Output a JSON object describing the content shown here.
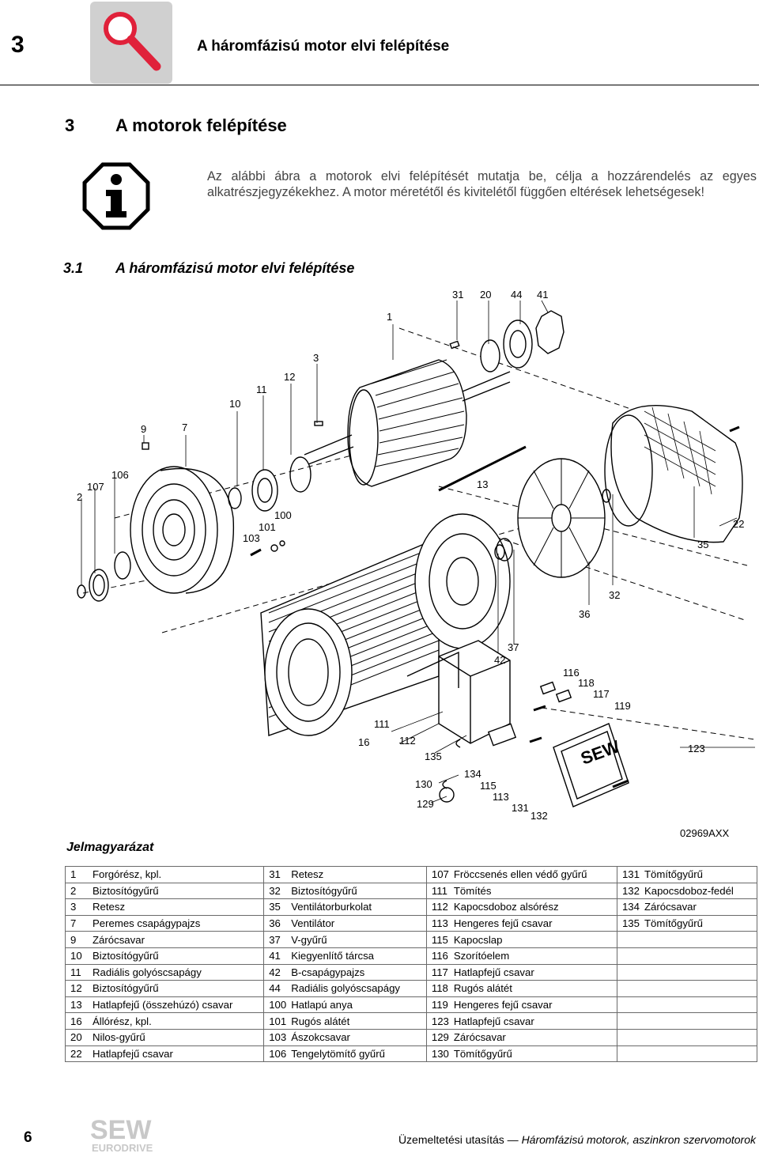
{
  "header": {
    "chapter": "3",
    "title": "A háromfázisú motor elvi felépítése"
  },
  "section": {
    "number": "3",
    "title": "A motorok felépítése"
  },
  "intro": "Az alábbi ábra a motorok elvi felépítését mutatja be, célja a hozzárendelés az egyes alkatrészjegyzékekhez. A motor méretétől és kivitelétől függően eltérések lehetségesek!",
  "subsection": {
    "number": "3.1",
    "title": "A háromfázisú motor elvi felépítése"
  },
  "diagram": {
    "code": "02969AXX",
    "labels": [
      "1",
      "2",
      "3",
      "7",
      "9",
      "10",
      "11",
      "12",
      "13",
      "16",
      "20",
      "22",
      "31",
      "32",
      "35",
      "36",
      "37",
      "41",
      "42",
      "44",
      "100",
      "101",
      "103",
      "106",
      "107",
      "111",
      "112",
      "113",
      "115",
      "116",
      "117",
      "118",
      "119",
      "123",
      "129",
      "130",
      "131",
      "132",
      "134",
      "135"
    ],
    "logo_text": "SEW"
  },
  "legend": {
    "title": "Jelmagyarázat",
    "rows": [
      [
        [
          "1",
          "Forgórész, kpl."
        ],
        [
          "31",
          "Retesz"
        ],
        [
          "107",
          "Fröccsenés ellen védő gyűrű"
        ],
        [
          "131",
          "Tömítőgyűrű"
        ]
      ],
      [
        [
          "2",
          "Biztosítógyűrű"
        ],
        [
          "32",
          "Biztosítógyűrű"
        ],
        [
          "111",
          "Tömítés"
        ],
        [
          "132",
          "Kapocsdoboz-fedél"
        ]
      ],
      [
        [
          "3",
          "Retesz"
        ],
        [
          "35",
          "Ventilátorburkolat"
        ],
        [
          "112",
          "Kapocsdoboz alsórész"
        ],
        [
          "134",
          "Zárócsavar"
        ]
      ],
      [
        [
          "7",
          "Peremes csapágypajzs"
        ],
        [
          "36",
          "Ventilátor"
        ],
        [
          "113",
          "Hengeres fejű csavar"
        ],
        [
          "135",
          "Tömítőgyűrű"
        ]
      ],
      [
        [
          "9",
          "Zárócsavar"
        ],
        [
          "37",
          "V-gyűrű"
        ],
        [
          "115",
          "Kapocslap"
        ],
        [
          "",
          ""
        ]
      ],
      [
        [
          "10",
          "Biztosítógyűrű"
        ],
        [
          "41",
          "Kiegyenlítő tárcsa"
        ],
        [
          "116",
          "Szorítóelem"
        ],
        [
          "",
          ""
        ]
      ],
      [
        [
          "11",
          "Radiális golyóscsapágy"
        ],
        [
          "42",
          "B-csapágypajzs"
        ],
        [
          "117",
          "Hatlapfejű csavar"
        ],
        [
          "",
          ""
        ]
      ],
      [
        [
          "12",
          "Biztosítógyűrű"
        ],
        [
          "44",
          "Radiális golyóscsapágy"
        ],
        [
          "118",
          "Rugós alátét"
        ],
        [
          "",
          ""
        ]
      ],
      [
        [
          "13",
          "Hatlapfejű (összehúzó) csavar"
        ],
        [
          "100",
          "Hatlapú anya"
        ],
        [
          "119",
          "Hengeres fejű csavar"
        ],
        [
          "",
          ""
        ]
      ],
      [
        [
          "16",
          "Állórész, kpl."
        ],
        [
          "101",
          "Rugós alátét"
        ],
        [
          "123",
          "Hatlapfejű csavar"
        ],
        [
          "",
          ""
        ]
      ],
      [
        [
          "20",
          "Nilos-gyűrű"
        ],
        [
          "103",
          "Ászokcsavar"
        ],
        [
          "129",
          "Zárócsavar"
        ],
        [
          "",
          ""
        ]
      ],
      [
        [
          "22",
          "Hatlapfejű csavar"
        ],
        [
          "106",
          "Tengelytömítő gyűrű"
        ],
        [
          "130",
          "Tömítőgyűrű"
        ],
        [
          "",
          ""
        ]
      ]
    ]
  },
  "footer": {
    "page": "6",
    "brand_top": "SEW",
    "brand_bottom": "EURODRIVE",
    "doc_type": "Üzemeltetési utasítás",
    "dash": "—",
    "doc_subject": "Háromfázisú motorok, aszinkron szervomotorok"
  }
}
